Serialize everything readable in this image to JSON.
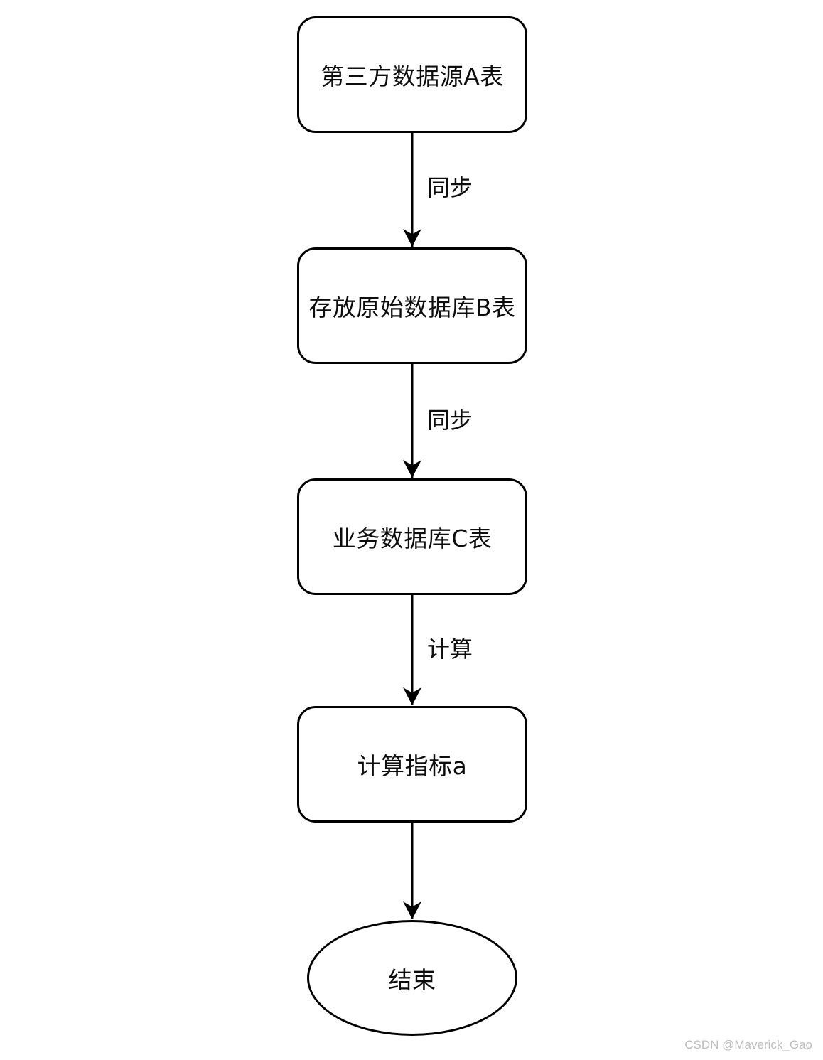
{
  "diagram": {
    "title": "data-sync-flowchart",
    "nodes": [
      {
        "id": "source",
        "shape": "rounded-rect",
        "label": "第三方数据源A表"
      },
      {
        "id": "raw-db",
        "shape": "rounded-rect",
        "label": "存放原始数据库B表"
      },
      {
        "id": "biz-db",
        "shape": "rounded-rect",
        "label": "业务数据库C表"
      },
      {
        "id": "calc",
        "shape": "rounded-rect",
        "label": "计算指标a"
      },
      {
        "id": "end",
        "shape": "ellipse",
        "label": "结束"
      }
    ],
    "edges": [
      {
        "from": "source",
        "to": "raw-db",
        "label": "同步"
      },
      {
        "from": "raw-db",
        "to": "biz-db",
        "label": "同步"
      },
      {
        "from": "biz-db",
        "to": "calc",
        "label": "计算"
      },
      {
        "from": "calc",
        "to": "end",
        "label": ""
      }
    ],
    "colors": {
      "stroke": "#000000",
      "fill": "#ffffff",
      "text": "#0d0d0d",
      "watermark": "#bdbdbd"
    }
  },
  "watermark": {
    "text": "CSDN @Maverick_Gao"
  }
}
